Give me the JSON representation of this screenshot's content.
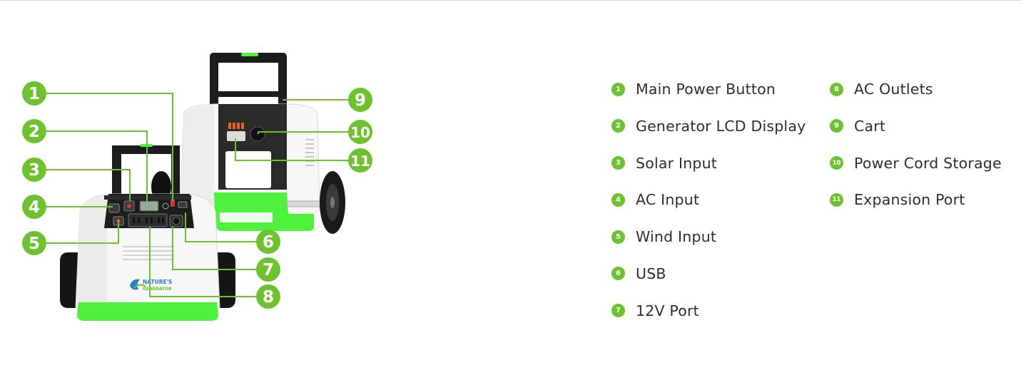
{
  "colors": {
    "accent_green": "#6ec22f",
    "bright_green": "#4ff13c",
    "dark": "#1d1d1d",
    "leader_line": "#6ec22f",
    "body_white": "#f7f7f7",
    "text": "#2e2e2e"
  },
  "logo": {
    "line1": "NATURE'S",
    "line2": "GENERATOR"
  },
  "callouts": [
    "1",
    "2",
    "3",
    "4",
    "5",
    "6",
    "7",
    "8",
    "9",
    "10",
    "11"
  ],
  "legend": {
    "column1": [
      {
        "number": "1",
        "label": "Main Power Button"
      },
      {
        "number": "2",
        "label": "Generator LCD Display"
      },
      {
        "number": "3",
        "label": "Solar Input"
      },
      {
        "number": "4",
        "label": "AC Input"
      },
      {
        "number": "5",
        "label": "Wind Input"
      },
      {
        "number": "6",
        "label": "USB"
      },
      {
        "number": "7",
        "label": "12V Port"
      }
    ],
    "column2": [
      {
        "number": "8",
        "label": "AC Outlets"
      },
      {
        "number": "9",
        "label": "Cart"
      },
      {
        "number": "10",
        "label": "Power Cord Storage"
      },
      {
        "number": "11",
        "label": "Expansion Port"
      }
    ]
  }
}
